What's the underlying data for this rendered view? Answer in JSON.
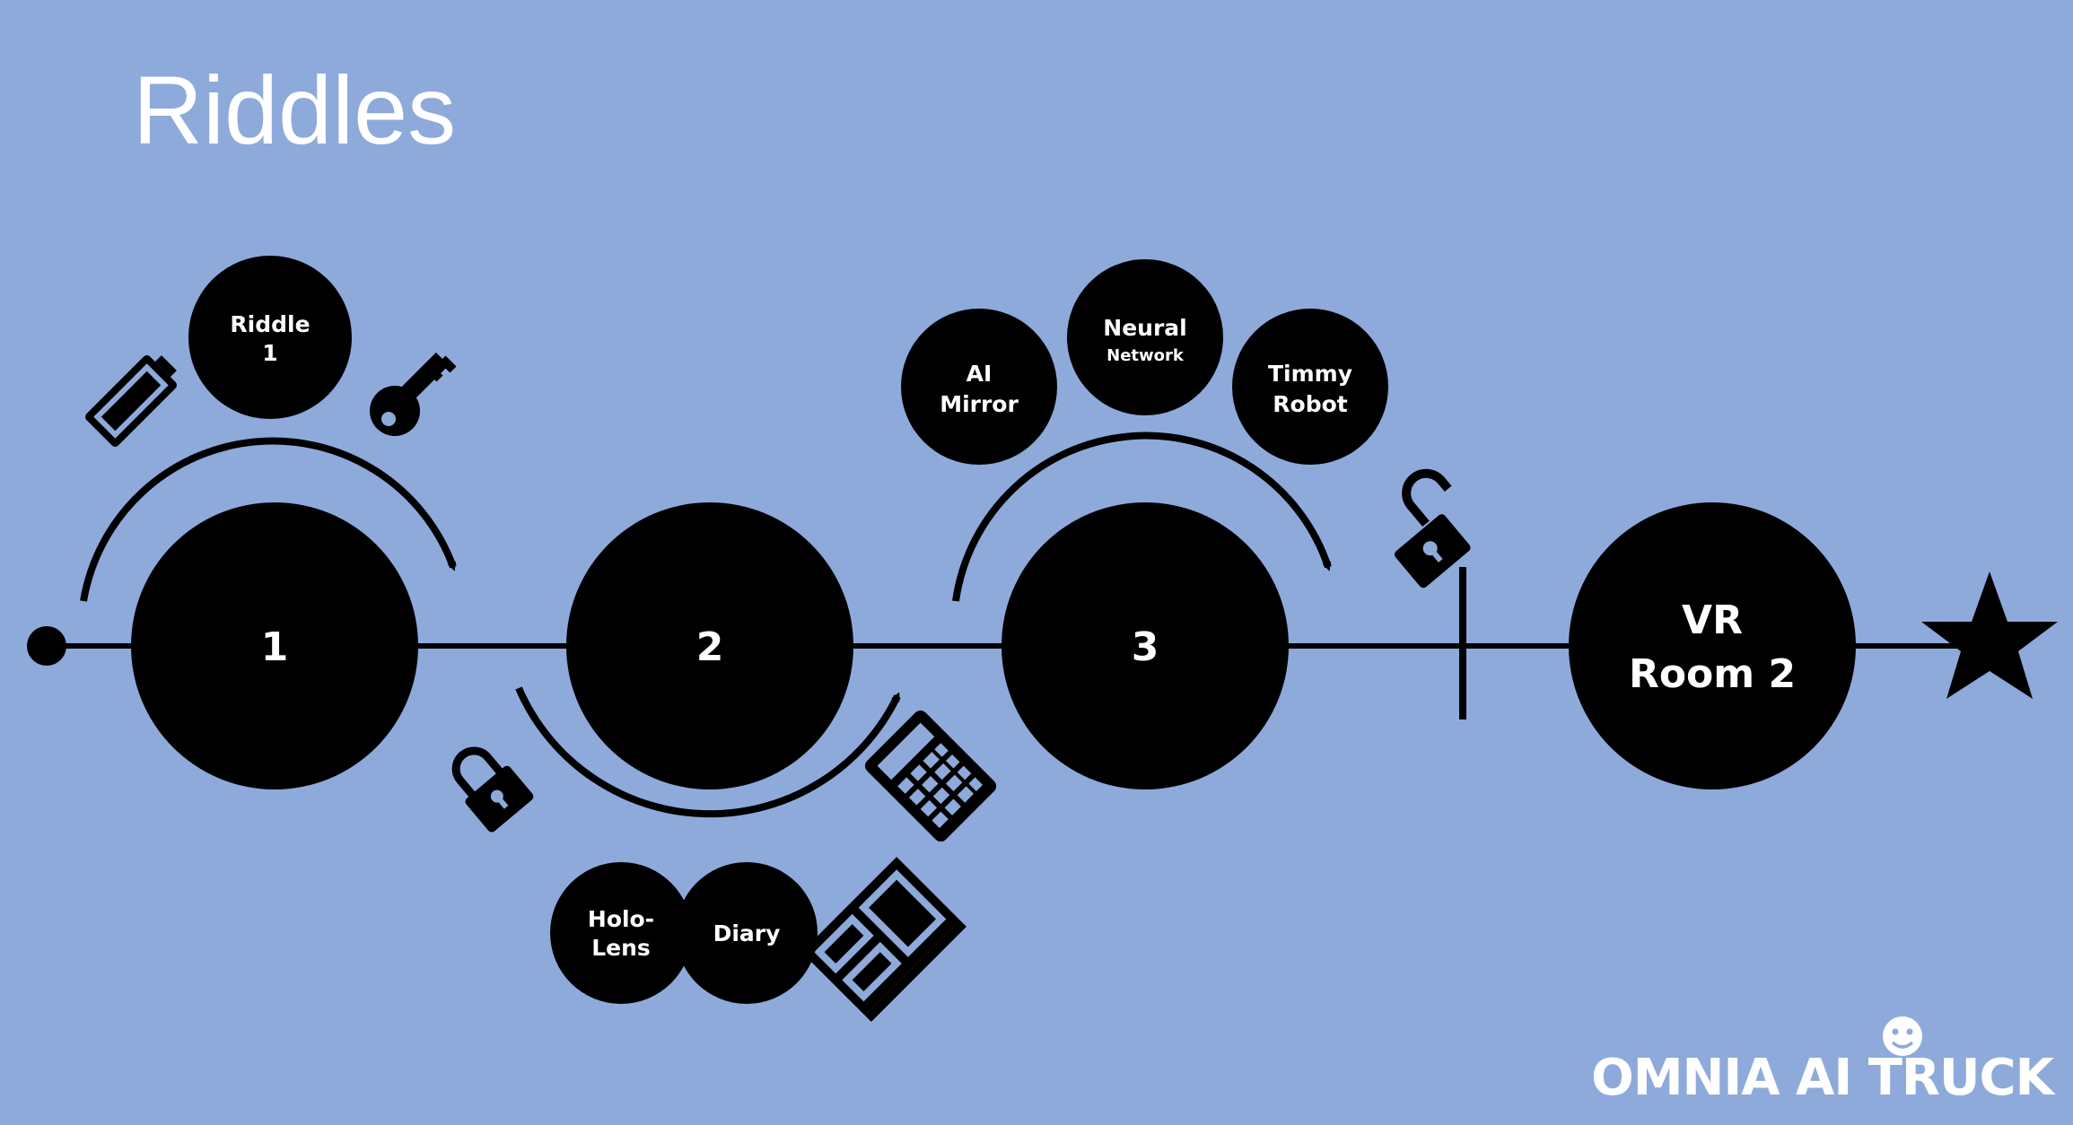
{
  "title": "Riddles",
  "nodes": {
    "step1": "1",
    "step2": "2",
    "step3": "3",
    "vr_line1": "VR",
    "vr_line2": "Room 2"
  },
  "items": {
    "riddle_line1": "Riddle",
    "riddle_line2": "1",
    "ai_line1": "AI",
    "ai_line2": "Mirror",
    "neural_line1": "Neural",
    "neural_line2": "Network",
    "timmy_line1": "Timmy",
    "timmy_line2": "Robot",
    "holo_line1": "Holo-",
    "holo_line2": "Lens",
    "diary": "Diary"
  },
  "logo": "OMNIA AI TRUCK",
  "icons": [
    "battery-icon",
    "key-icon",
    "padlock-icon",
    "calculator-icon",
    "folders-icon",
    "unlocked-padlock-icon",
    "star-icon",
    "smiley-icon"
  ],
  "colors": {
    "background": "#8eaadb",
    "ink": "#000000",
    "text": "#ffffff"
  }
}
